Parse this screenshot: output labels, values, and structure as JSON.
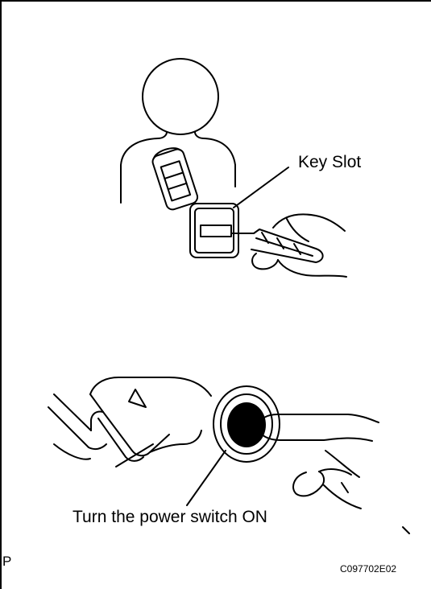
{
  "labels": {
    "key_slot": "Key Slot",
    "power_switch": "Turn the power switch ON",
    "corner_mark": "P",
    "figure_code": "C097702E02"
  },
  "icons": [
    "person-outline-icon",
    "smart-key-icon",
    "key-slot-icon",
    "hand-icon",
    "brake-pedal-icon",
    "power-switch-icon",
    "finger-icon"
  ]
}
